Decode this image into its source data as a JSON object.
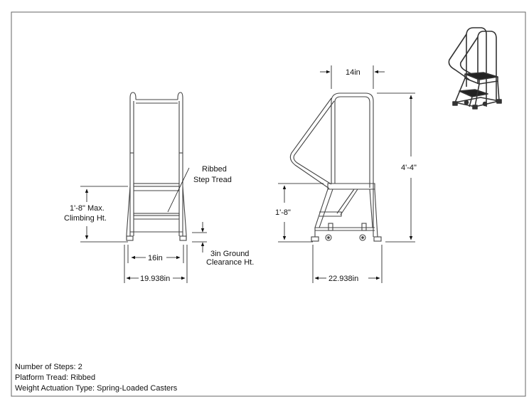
{
  "front_view": {
    "callout_ribbed_1": "Ribbed",
    "callout_ribbed_2": "Step Tread",
    "max_climb_1": "1'-8\" Max.",
    "max_climb_2": "Climbing Ht.",
    "inner_width": "16in",
    "ground_clear_1": "3in Ground",
    "ground_clear_2": "Clearance Ht.",
    "overall_width": "19.938in"
  },
  "side_view": {
    "top_depth": "14in",
    "overall_height": "4'-4\"",
    "step_height": "1'-8\"",
    "overall_depth": "22.938in"
  },
  "specs": {
    "steps": "Number of Steps: 2",
    "tread": "Platform Tread: Ribbed",
    "actuation": "Weight Actuation Type: Spring-Loaded Casters"
  }
}
